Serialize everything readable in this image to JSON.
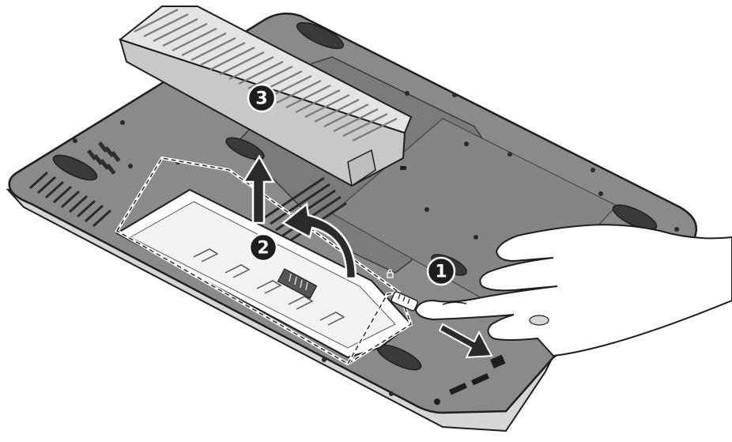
{
  "steps": [
    {
      "number": "1"
    },
    {
      "number": "2"
    },
    {
      "number": "3"
    }
  ],
  "colors": {
    "laptop_body": "#8a8a8a",
    "laptop_dark": "#4a4a4a",
    "laptop_edge": "#d6d6d6",
    "battery": "#c8c8c8",
    "battery_ribs": "#7a7a7a",
    "outline": "#1e1e1e",
    "hand_fill": "#ffffff",
    "badge_fill": "#1e1e1e",
    "arrow_fill": "#2a2a2a"
  },
  "icons": [
    "lock-icon",
    "release-latch-icon",
    "battery-icon",
    "foot-pad-icon",
    "vent-icon",
    "port-icon"
  ]
}
